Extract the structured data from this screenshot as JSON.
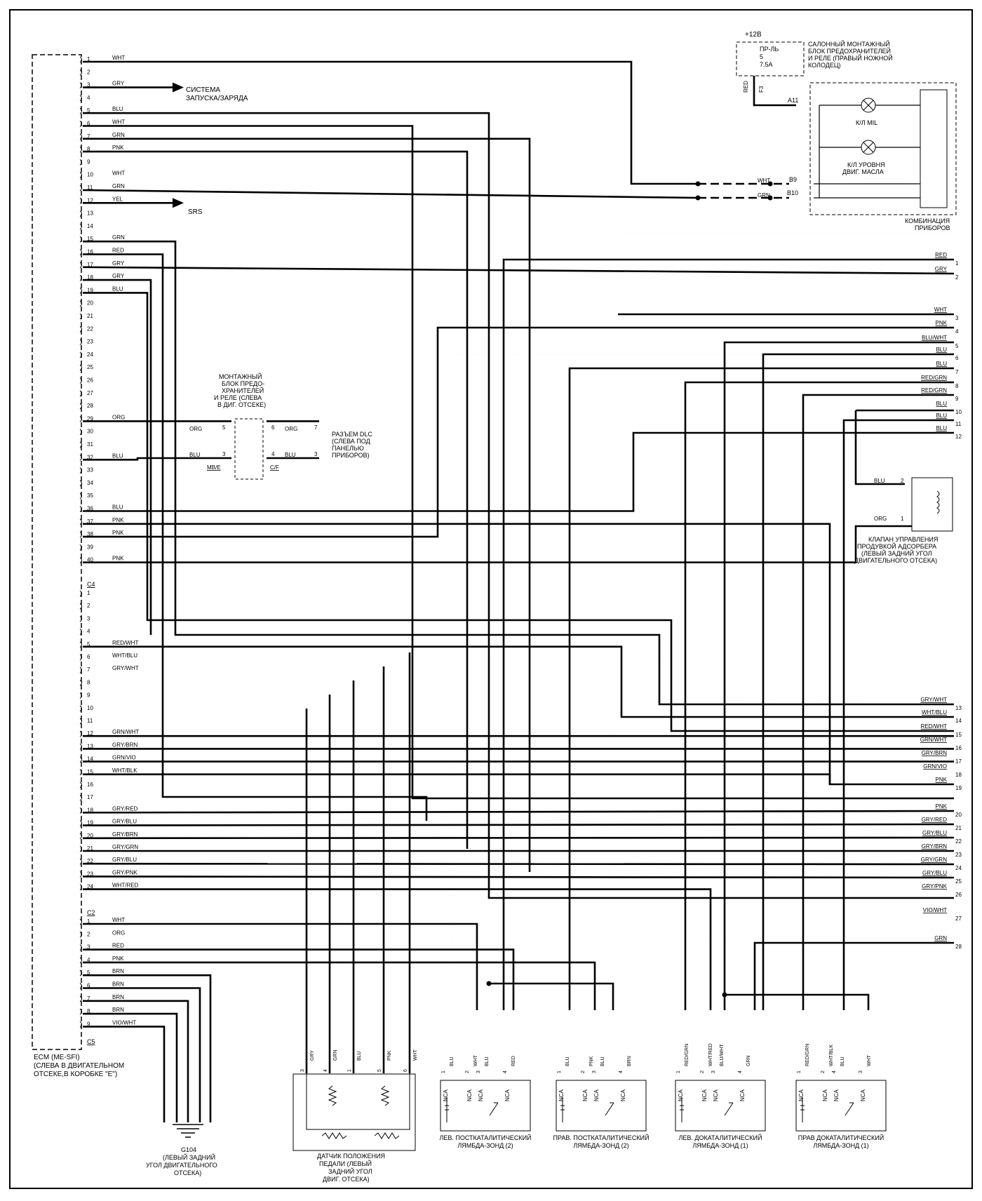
{
  "ecm": {
    "title": "ECM (ME-SFI)",
    "note1": "(СЛЕВА В ДВИГАТЕЛЬНОМ",
    "note2": "ОТСЕКЕ,В КОРОБКЕ \"E\")",
    "connector_labels": [
      "C4",
      "C2",
      "C5"
    ]
  },
  "pins_c5": [
    {
      "n": "1",
      "c": "WHT"
    },
    {
      "n": "2",
      "c": ""
    },
    {
      "n": "3",
      "c": "GRY"
    },
    {
      "n": "4",
      "c": ""
    },
    {
      "n": "5",
      "c": "BLU"
    },
    {
      "n": "6",
      "c": "WHT"
    },
    {
      "n": "7",
      "c": "GRN"
    },
    {
      "n": "8",
      "c": "PNK"
    },
    {
      "n": "9",
      "c": ""
    },
    {
      "n": "10",
      "c": "WHT"
    },
    {
      "n": "11",
      "c": "GRN"
    },
    {
      "n": "12",
      "c": "YEL"
    },
    {
      "n": "13",
      "c": ""
    },
    {
      "n": "14",
      "c": ""
    },
    {
      "n": "15",
      "c": "GRN"
    },
    {
      "n": "16",
      "c": "RED"
    },
    {
      "n": "17",
      "c": "GRY"
    },
    {
      "n": "18",
      "c": "GRY"
    },
    {
      "n": "19",
      "c": "BLU"
    },
    {
      "n": "20",
      "c": ""
    },
    {
      "n": "21",
      "c": ""
    },
    {
      "n": "22",
      "c": ""
    },
    {
      "n": "23",
      "c": ""
    },
    {
      "n": "24",
      "c": ""
    },
    {
      "n": "25",
      "c": ""
    },
    {
      "n": "26",
      "c": ""
    },
    {
      "n": "27",
      "c": ""
    },
    {
      "n": "28",
      "c": ""
    },
    {
      "n": "29",
      "c": "ORG"
    },
    {
      "n": "30",
      "c": ""
    },
    {
      "n": "31",
      "c": ""
    },
    {
      "n": "32",
      "c": "BLU"
    },
    {
      "n": "33",
      "c": ""
    },
    {
      "n": "34",
      "c": ""
    },
    {
      "n": "35",
      "c": ""
    },
    {
      "n": "36",
      "c": "BLU"
    },
    {
      "n": "37",
      "c": "PNK"
    },
    {
      "n": "38",
      "c": "PNK"
    },
    {
      "n": "39",
      "c": ""
    },
    {
      "n": "40",
      "c": "PNK"
    }
  ],
  "pins_c4": [
    {
      "n": "1",
      "c": ""
    },
    {
      "n": "2",
      "c": ""
    },
    {
      "n": "3",
      "c": ""
    },
    {
      "n": "4",
      "c": ""
    },
    {
      "n": "5",
      "c": "RED/WHT"
    },
    {
      "n": "6",
      "c": "WHT/BLU"
    },
    {
      "n": "7",
      "c": "GRY/WHT"
    },
    {
      "n": "8",
      "c": ""
    },
    {
      "n": "9",
      "c": ""
    },
    {
      "n": "10",
      "c": ""
    },
    {
      "n": "11",
      "c": ""
    },
    {
      "n": "12",
      "c": "GRN/WHT"
    },
    {
      "n": "13",
      "c": "GRY/BRN"
    },
    {
      "n": "14",
      "c": "GRN/VIO"
    },
    {
      "n": "15",
      "c": "WHT/BLK"
    },
    {
      "n": "16",
      "c": ""
    },
    {
      "n": "17",
      "c": ""
    },
    {
      "n": "18",
      "c": "GRY/RED"
    },
    {
      "n": "19",
      "c": "GRY/BLU"
    },
    {
      "n": "20",
      "c": "GRY/BRN"
    },
    {
      "n": "21",
      "c": "GRY/GRN"
    },
    {
      "n": "22",
      "c": "GRY/BLU"
    },
    {
      "n": "23",
      "c": "GRY/PNK"
    },
    {
      "n": "24",
      "c": "WHT/RED"
    }
  ],
  "pins_c2": [
    {
      "n": "1",
      "c": "WHT"
    },
    {
      "n": "2",
      "c": "ORG"
    },
    {
      "n": "3",
      "c": "RED"
    },
    {
      "n": "4",
      "c": "PNK"
    },
    {
      "n": "5",
      "c": "BRN"
    },
    {
      "n": "6",
      "c": "BRN"
    },
    {
      "n": "7",
      "c": "BRN"
    },
    {
      "n": "8",
      "c": "BRN"
    },
    {
      "n": "9",
      "c": "VIO/WHT"
    }
  ],
  "arrows": {
    "start_charge": [
      "СИСТЕМА",
      "ЗАПУСКА/ЗАРЯДА"
    ],
    "srs": "SRS"
  },
  "fuse_box": {
    "supply": "+12В",
    "fuse": [
      "ПР-ЛЬ",
      "5",
      "7.5А"
    ],
    "title": [
      "САЛОННЫЙ МОНТАЖНЫЙ",
      "БЛОК ПРЕДОХРАНИТЕЛЕЙ",
      "И  РЕЛЕ (ПРАВЫЙ НОЖНОЙ",
      "КОЛОДЕЦ)"
    ],
    "wire": "RED",
    "pin": "F3"
  },
  "cluster": {
    "pins": [
      "A11",
      "B9",
      "B10"
    ],
    "wires": [
      "WHT",
      "GRN"
    ],
    "lamp_mil": "К/Л MIL",
    "lamp_oil": [
      "К/Л УРОВНЯ",
      "ДВИГ. МАСЛА"
    ],
    "title": [
      "КОМБИНАЦИЯ",
      "ПРИБОРОВ"
    ]
  },
  "junction_block": {
    "title": [
      "МОНТАЖНЫЙ",
      "БЛОК ПРЕДО-",
      "ХРАНИТЕЛЕЙ",
      "И  РЕЛЕ (СЛЕВА",
      "В ДИГ. ОТСЕКЕ)"
    ],
    "left": [
      {
        "c": "ORG",
        "p": "5"
      },
      {
        "c": "BLU",
        "p": "3"
      }
    ],
    "right": [
      {
        "p": "6",
        "c": "ORG",
        "o": "7"
      },
      {
        "p": "4",
        "c": "BLU",
        "o": "3"
      }
    ],
    "conn_left": "MB/E",
    "conn_right": "C/F"
  },
  "dlc": [
    "РАЗЪЕМ DLC",
    "(СЛЕВА ПОД",
    "ПАНЕЛЬЮ",
    "ПРИБОРОВ)"
  ],
  "right_harness": [
    {
      "c": "RED",
      "n": "1"
    },
    {
      "c": "GRY",
      "n": "2"
    },
    {
      "c": "WHT",
      "n": "3"
    },
    {
      "c": "PNK",
      "n": "4"
    },
    {
      "c": "BLU/WHT",
      "n": "5"
    },
    {
      "c": "BLU",
      "n": "6"
    },
    {
      "c": "BLU",
      "n": "7"
    },
    {
      "c": "RED/GRN",
      "n": "8"
    },
    {
      "c": "RED/GRN",
      "n": "9"
    },
    {
      "c": "BLU",
      "n": "10"
    },
    {
      "c": "BLU",
      "n": "11"
    },
    {
      "c": "BLU",
      "n": "12"
    },
    {
      "c": "GRY/WHT",
      "n": "13"
    },
    {
      "c": "WHT/BLU",
      "n": "14"
    },
    {
      "c": "RED/WHT",
      "n": "15"
    },
    {
      "c": "GRN/WHT",
      "n": "16"
    },
    {
      "c": "GRY/BRN",
      "n": "17"
    },
    {
      "c": "GRN/VIO",
      "n": "18"
    },
    {
      "c": "PNK",
      "n": "19"
    },
    {
      "c": "PNK",
      "n": "20"
    },
    {
      "c": "GRY/RED",
      "n": "21"
    },
    {
      "c": "GRY/BLU",
      "n": "22"
    },
    {
      "c": "GRY/BRN",
      "n": "23"
    },
    {
      "c": "GRY/GRN",
      "n": "24"
    },
    {
      "c": "GRY/BLU",
      "n": "25"
    },
    {
      "c": "GRY/PNK",
      "n": "26"
    },
    {
      "c": "VIO/WHT",
      "n": "27"
    },
    {
      "c": "GRN",
      "n": "28"
    }
  ],
  "purge_valve": {
    "wires": [
      {
        "c": "BLU",
        "p": "2"
      },
      {
        "c": "ORG",
        "p": "1"
      }
    ],
    "title": [
      "КЛАПАН УПРАВЛЕНИЯ",
      "ПРОДУВКОЙ АДСОРБЕРА",
      "(ЛЕВЫЙ ЗАДНИЙ УГОЛ",
      "ДВИГАТЕЛЬНОГО ОТСЕКА)"
    ]
  },
  "ground": {
    "id": "G104",
    "title": [
      "(ЛЕВЫЙ ЗАДНИЙ",
      "УГОЛ ДВИГАТЕЛЬНОГО",
      "ОТСЕКА)"
    ]
  },
  "pedal_sensor": {
    "wires": [
      {
        "p": "3",
        "c": "GRY"
      },
      {
        "p": "4",
        "c": "GRN"
      },
      {
        "p": "1",
        "c": "BLU"
      },
      {
        "p": "5",
        "c": "PNK"
      },
      {
        "p": "6",
        "c": "WHT"
      }
    ],
    "title": [
      "ДАТЧИК ПОЛОЖЕНИЯ",
      "ПЕДАЛИ (ЛЕВЫЙ",
      "ЗАДНИЙ УГОЛ",
      "ДВИГ. ОТСЕКА)"
    ]
  },
  "lambda_sensors": [
    {
      "title": [
        "ЛЕВ. ПОСТКАТАЛИТИЧЕСКИЙ",
        "ЛЯМБДА-ЗОНД (2)"
      ],
      "wires": [
        {
          "p": "1",
          "c": "BLU"
        },
        {
          "p": "2",
          "c": "WHT"
        },
        {
          "p": "3",
          "c": "BLU"
        },
        {
          "p": "4",
          "c": "RED"
        }
      ]
    },
    {
      "title": [
        "ПРАВ. ПОСТКАТАЛИТИЧЕСКИЙ",
        "ЛЯМБДА-ЗОНД (2)"
      ],
      "wires": [
        {
          "p": "1",
          "c": "BLU"
        },
        {
          "p": "2",
          "c": "PNK"
        },
        {
          "p": "3",
          "c": "BLU"
        },
        {
          "p": "4",
          "c": "BRN"
        }
      ]
    },
    {
      "title": [
        "ЛЕВ. ДОКАТАЛИТИЧЕСКИЙ",
        "ЛЯМБДА-ЗОНД (1)"
      ],
      "wires": [
        {
          "p": "1",
          "c": "RED/GRN"
        },
        {
          "p": "2",
          "c": "WHT/RED"
        },
        {
          "p": "3",
          "c": "BLU/WHT"
        },
        {
          "p": "4",
          "c": "GRN"
        }
      ]
    },
    {
      "title": [
        "ПРАВ ДОКАТАЛИТИЧЕСКИЙ",
        "ЛЯМБДА-ЗОНД (1)"
      ],
      "wires": [
        {
          "p": "1",
          "c": "RED/GRN"
        },
        {
          "p": "2",
          "c": "WHT/BLK"
        },
        {
          "p": "4",
          "c": "BLU"
        },
        {
          "p": "3",
          "c": "WHT"
        }
      ]
    }
  ],
  "nca": "NCA"
}
